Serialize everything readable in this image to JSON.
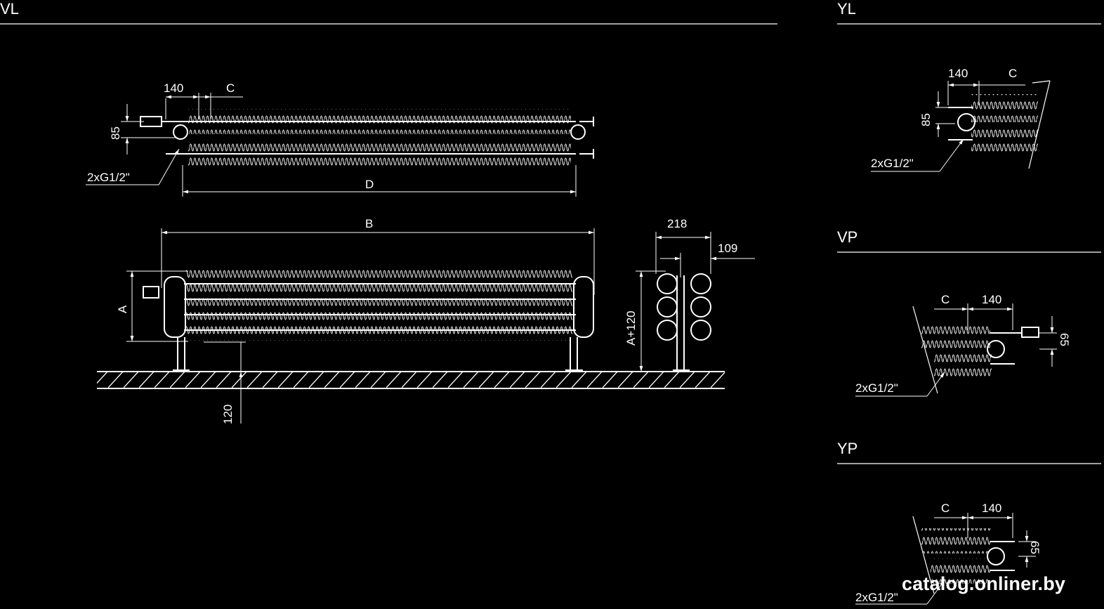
{
  "sections": {
    "vl": "VL",
    "yl": "YL",
    "vp": "VP",
    "yp": "YP"
  },
  "top_view": {
    "dim_140": "140",
    "dim_c": "C",
    "dim_85": "85",
    "dim_d": "D",
    "connection": "2xG1/2\""
  },
  "front_view": {
    "dim_b": "B",
    "dim_a": "A",
    "dim_120": "120"
  },
  "side_view": {
    "dim_218": "218",
    "dim_109": "109",
    "dim_a120": "A+120"
  },
  "yl_view": {
    "dim_140": "140",
    "dim_c": "C",
    "dim_85": "85",
    "connection": "2xG1/2\""
  },
  "vp_view": {
    "dim_c": "C",
    "dim_140": "140",
    "dim_65": "65",
    "connection": "2xG1/2\""
  },
  "yp_view": {
    "dim_c": "C",
    "dim_140": "140",
    "dim_65": "65",
    "connection": "2xG1/2\""
  },
  "watermark": "catalog.onliner.by"
}
